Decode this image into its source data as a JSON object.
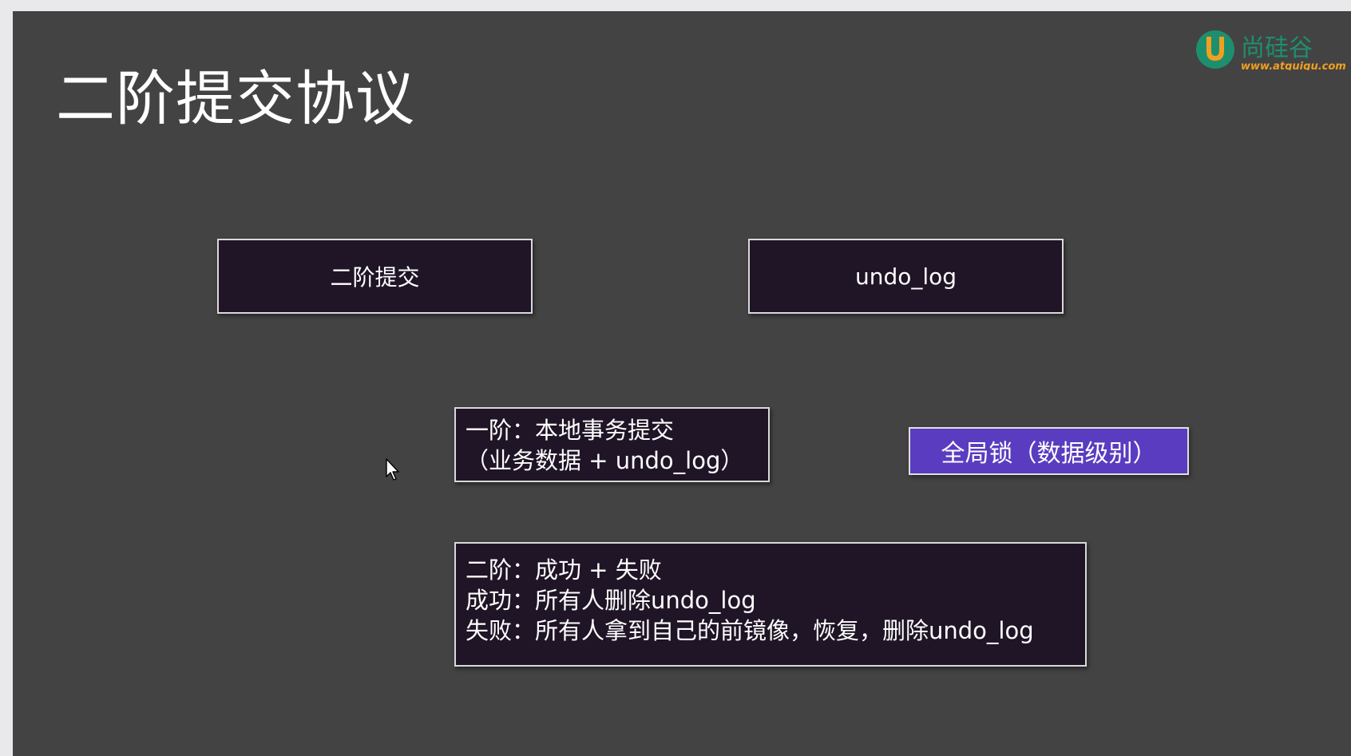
{
  "slide": {
    "title": "二阶提交协议",
    "box_two_phase": "二阶提交",
    "box_undo_log": "undo_log",
    "phase_one": {
      "line1": "一阶：本地事务提交",
      "line2": "（业务数据 + undo_log）"
    },
    "global_lock": "全局锁（数据级别）",
    "phase_two": {
      "line1": "二阶：成功 + 失败",
      "line2": "成功：所有人删除undo_log",
      "line3": "失败：所有人拿到自己的前镜像，恢复，删除undo_log"
    }
  },
  "logo": {
    "brand": "尚硅谷",
    "url": "www.atguigu.com"
  },
  "colors": {
    "slide_bg": "#434343",
    "box_bg": "#1f1526",
    "lock_bg": "#5a3cc0",
    "logo_green": "#1e8f6e",
    "logo_orange": "#f0a020"
  },
  "icons": {
    "cursor": "mouse-pointer-icon",
    "logo": "atguigu-logo-icon"
  }
}
